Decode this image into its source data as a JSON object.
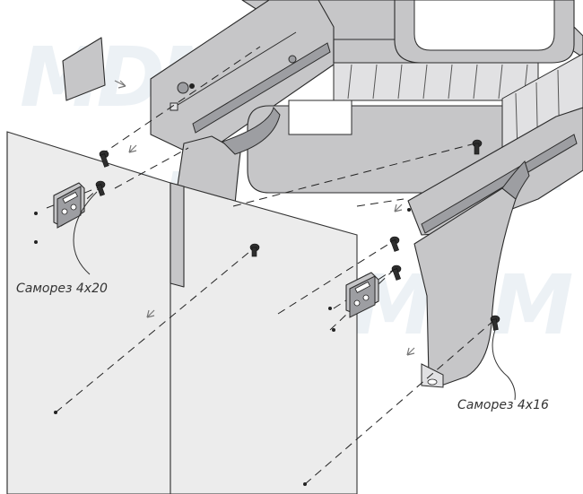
{
  "watermark": {
    "text": "MDM"
  },
  "labels": {
    "screw_4x20": "Саморез 4х20",
    "screw_4x16": "Саморез 4х16"
  },
  "colors": {
    "metal": "#c6c6c8",
    "panel": "#ececec",
    "outline": "#2b2b2b",
    "watermark": "#dde6ee"
  }
}
